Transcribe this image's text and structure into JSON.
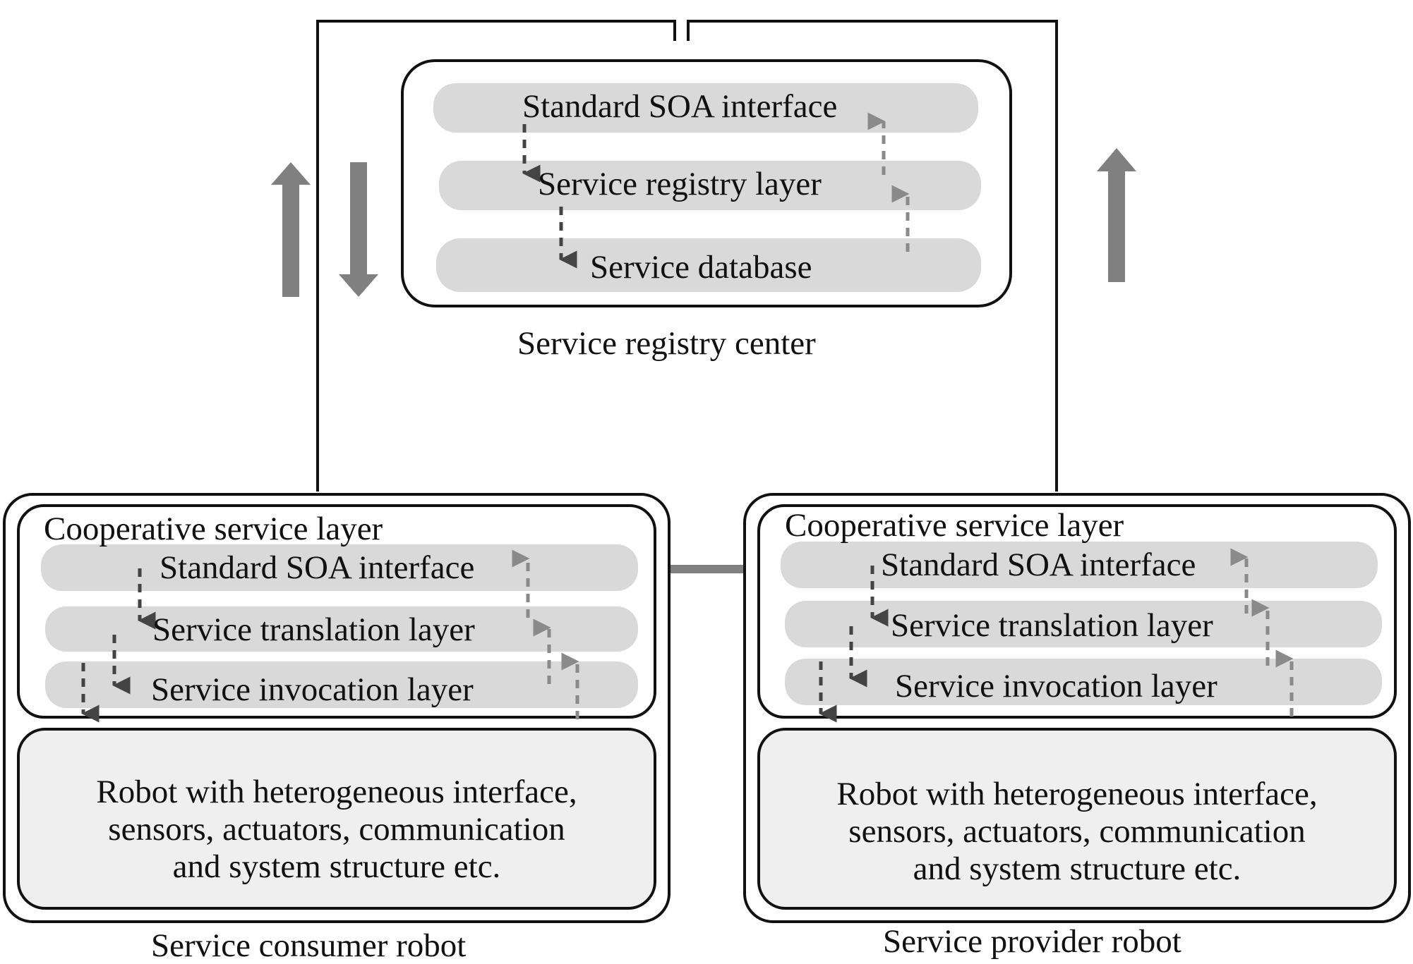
{
  "registry_center": {
    "caption": "Service registry center",
    "layers": [
      "Standard SOA interface",
      "Service registry layer",
      "Service database"
    ]
  },
  "consumer_robot": {
    "caption": "Service consumer robot",
    "cooperative_layer_title": "Cooperative service layer",
    "layers": [
      "Standard SOA interface",
      "Service translation layer",
      "Service invocation layer"
    ],
    "robot_description": [
      "Robot with heterogeneous interface,",
      "sensors, actuators, communication",
      "and system structure etc."
    ]
  },
  "provider_robot": {
    "caption": "Service provider robot",
    "cooperative_layer_title": "Cooperative service layer",
    "layers": [
      "Standard SOA interface",
      "Service translation layer",
      "Service invocation layer"
    ],
    "robot_description": [
      "Robot with heterogeneous interface,",
      "sensors, actuators, communication",
      "and system structure etc."
    ]
  },
  "colors": {
    "outline": "#111111",
    "pill_fill": "#d9d9d9",
    "robot_box_fill": "#efefef",
    "arrow_gray": "#808080",
    "arrow_dark": "#444444"
  }
}
